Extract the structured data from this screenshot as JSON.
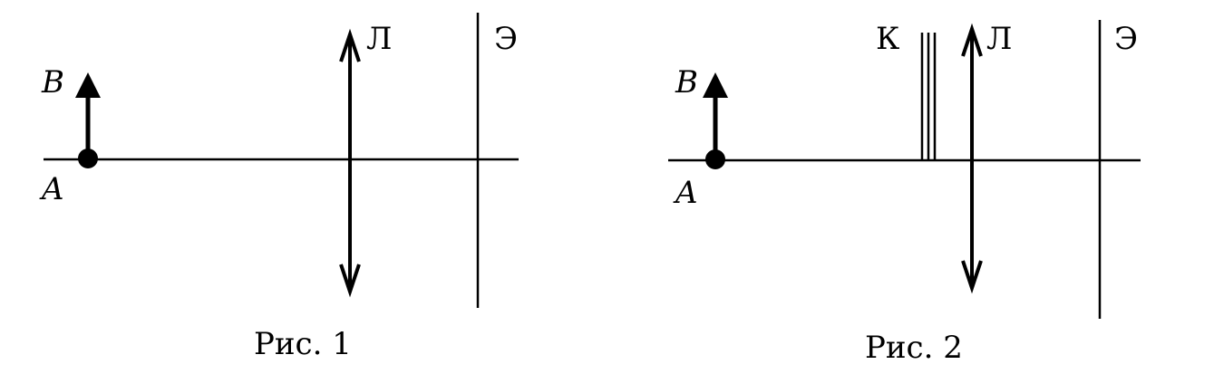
{
  "figure1": {
    "label_b": "B",
    "label_a": "A",
    "label_lens": "Л",
    "label_screen": "Э",
    "caption": "Рис. 1"
  },
  "figure2": {
    "label_b": "B",
    "label_a": "A",
    "label_plate": "К",
    "label_lens": "Л",
    "label_screen": "Э",
    "caption": "Рис. 2"
  }
}
